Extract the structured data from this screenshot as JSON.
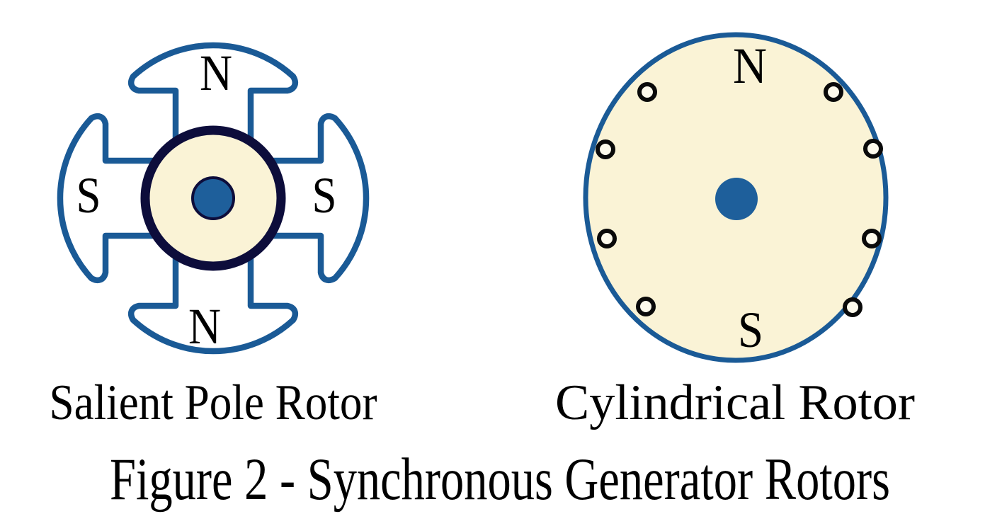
{
  "figure": {
    "caption": "Figure 2 - Synchronous Generator Rotors",
    "rotors": {
      "salient": {
        "label": "Salient Pole Rotor",
        "pole_count": 4,
        "poles": {
          "top": "N",
          "right": "S",
          "bottom": "N",
          "left": "S"
        }
      },
      "cylindrical": {
        "label": "Cylindrical Rotor",
        "pole_count": 2,
        "poles": {
          "top": "N",
          "bottom": "S"
        },
        "slot_count": 8
      }
    },
    "colors": {
      "outline-blue": "#1A5A96",
      "dark-navy": "#0D0D3B",
      "cream": "#FAF3D6",
      "shaft-blue": "#1E5F9B",
      "slot-black": "#0A0A0A",
      "text-black": "#000000"
    }
  }
}
